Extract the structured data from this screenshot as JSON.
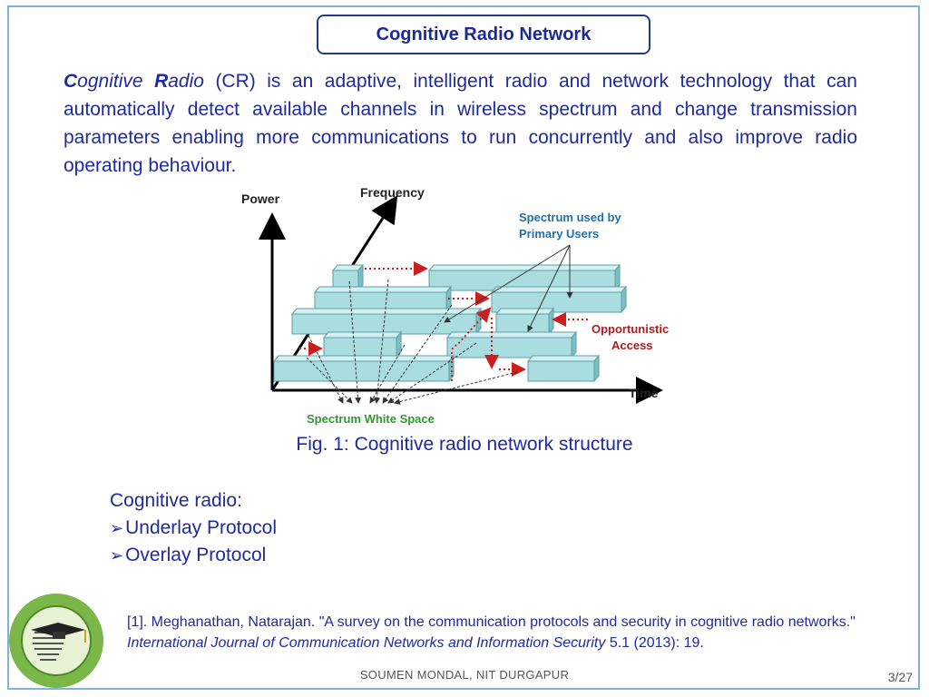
{
  "title": "Cognitive Radio Network",
  "intro": {
    "c1": "C",
    "w1": "ognitive ",
    "c2": "R",
    "w2": "adio",
    "rest": " (CR) is an adaptive, intelligent radio and network technology that can automatically detect available channels in wireless spectrum and change transmission parameters enabling more communications to run concurrently and also improve radio operating behaviour."
  },
  "figure": {
    "power_label": "Power",
    "frequency_label": "Frequency",
    "time_label": "Time",
    "primary_label_1": "Spectrum used by",
    "primary_label_2": "Primary Users",
    "opportunistic_label_1": "Opportunistic",
    "opportunistic_label_2": "Access",
    "white_space_label": "Spectrum White Space",
    "colors": {
      "block_fill": "#a9dde0",
      "block_top": "#d3f0f2",
      "block_side": "#7bbfc4",
      "text_blue": "#1f6fb0",
      "text_red": "#b01c1c",
      "text_green": "#2d9a2d",
      "arrow_red": "#cc2020"
    }
  },
  "caption": "Fig. 1: Cognitive radio network structure",
  "list": {
    "heading": "Cognitive radio:",
    "items": [
      "Underlay Protocol",
      "Overlay Protocol"
    ],
    "bullet": "➢"
  },
  "reference": {
    "part1": "[1]. Meghanathan, Natarajan. \"A survey on the communication protocols and security in cognitive radio networks.\" ",
    "journal": "International Journal of Communication Networks and Information Security",
    "part2": " 5.1 (2013): 19."
  },
  "footer": "SOUMEN MONDAL, NIT DURGAPUR",
  "page": "3/27"
}
